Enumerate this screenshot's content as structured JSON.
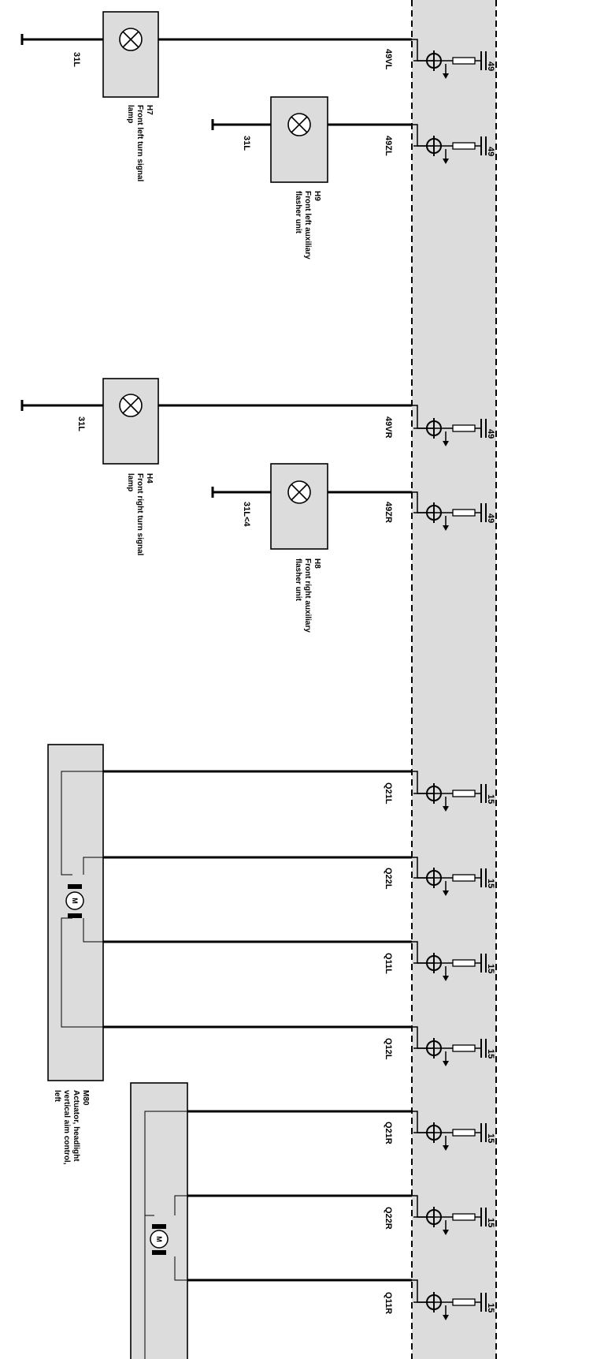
{
  "control_unit": {
    "pins_lamp": [
      "49",
      "49",
      "49",
      "49"
    ],
    "pins_actuator": [
      "15",
      "15",
      "15",
      "15",
      "15",
      "15",
      "15"
    ]
  },
  "components": {
    "h7": {
      "id": "H7",
      "desc": [
        "Front left turn signal",
        "lamp"
      ],
      "ground": "31L",
      "wire": "49VL"
    },
    "h9": {
      "id": "H9",
      "desc": [
        "Front left auxiliary",
        "flasher unit"
      ],
      "ground": "31L",
      "wire": "49ZL"
    },
    "h4": {
      "id": "H4",
      "desc": [
        "Front right turn signal",
        "lamp"
      ],
      "ground": "31L",
      "wire": "49VR"
    },
    "h8": {
      "id": "H8",
      "desc": [
        "Front right auxiliary",
        "flasher unit"
      ],
      "ground": "31L<4",
      "wire": "49ZR"
    },
    "m80": {
      "id": "M80",
      "desc": [
        "Actuator, headlight",
        "vertical aim control,",
        "left"
      ],
      "wires": [
        "Q21L",
        "Q22L",
        "Q11L",
        "Q12L"
      ],
      "motor": "M"
    },
    "m81": {
      "wires": [
        "Q21R",
        "Q22R",
        "Q11R"
      ],
      "motor": "M"
    }
  }
}
